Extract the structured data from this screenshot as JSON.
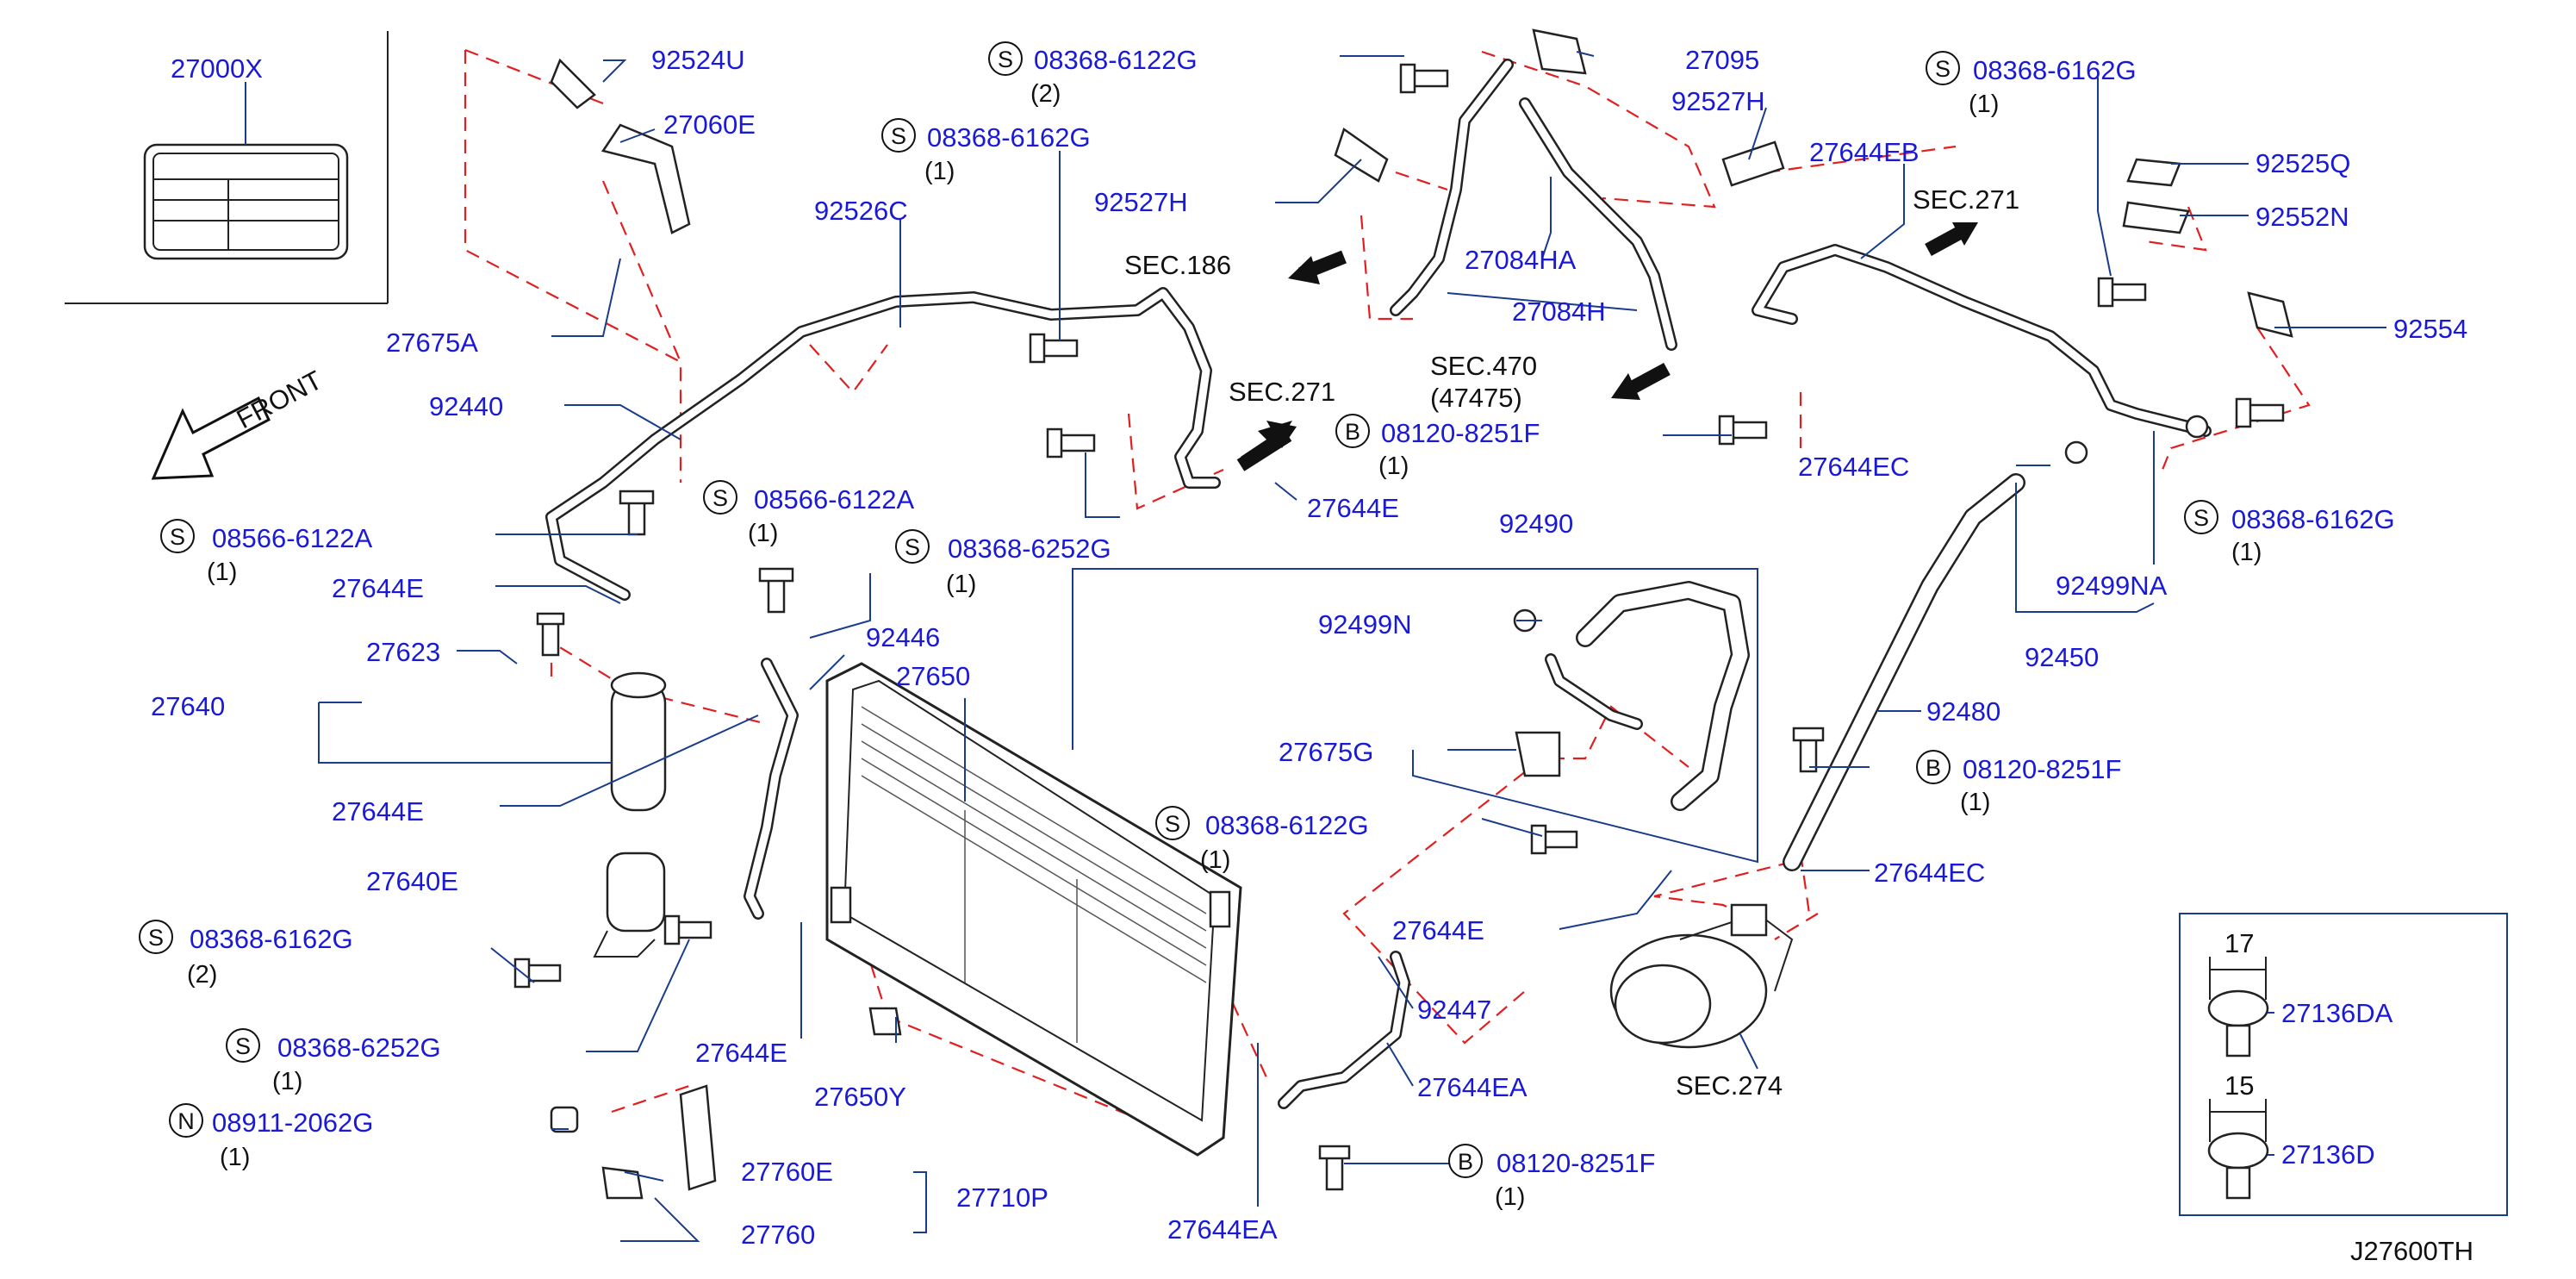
{
  "diagram_code": "J27600TH",
  "front_label": "FRONT",
  "labels": {
    "p27000X": "27000X",
    "p92524U": "92524U",
    "p27060E": "27060E",
    "p27675A": "27675A",
    "p92440": "92440",
    "s08566_1": "08566-6122A",
    "s08566_1_qty": "(1)",
    "p27644E_a": "27644E",
    "p27623": "27623",
    "p27640": "27640",
    "p27644E_b": "27644E",
    "p27640E": "27640E",
    "s08368_6162G_a": "08368-6162G",
    "s08368_6162G_a_qty": "(2)",
    "s08368_6252G_a": "08368-6252G",
    "s08368_6252G_a_qty": "(1)",
    "n08911": "08911-2062G",
    "n08911_qty": "(1)",
    "p27760E": "27760E",
    "p27760": "27760",
    "p27710P": "27710P",
    "s08566_2": "08566-6122A",
    "s08566_2_qty": "(1)",
    "p92446": "92446",
    "p27650": "27650",
    "p27644E_c": "27644E",
    "p27650Y": "27650Y",
    "s08368_6122G_a": "08368-6122G",
    "s08368_6122G_a_qty": "(2)",
    "s08368_6162G_b": "08368-6162G",
    "s08368_6162G_b_qty": "(1)",
    "p92526C": "92526C",
    "sec186": "SEC.186",
    "sec271_a": "SEC.271",
    "p27644E_d": "27644E",
    "s08368_6252G_b": "08368-6252G",
    "s08368_6252G_b_qty": "(1)",
    "b08120_a": "08120-8251F",
    "b08120_a_qty": "(1)",
    "p92527H_a": "92527H",
    "p27095": "27095",
    "p92527H_b": "92527H",
    "p27084HA": "27084HA",
    "p27084H": "27084H",
    "sec470": "SEC.470",
    "sec470_sub": "(47475)",
    "s08368_6162G_c": "08368-6162G",
    "s08368_6162G_c_qty": "(1)",
    "p27644EB": "27644EB",
    "sec271_b": "SEC.271",
    "p92525Q": "92525Q",
    "p92552N": "92552N",
    "p92554": "92554",
    "p27644EC_a": "27644EC",
    "s08368_6162G_d": "08368-6162G",
    "s08368_6162G_d_qty": "(1)",
    "p92499NA": "92499NA",
    "p92450": "92450",
    "p92490": "92490",
    "p92499N": "92499N",
    "p27675G": "27675G",
    "s08368_6122G_b": "08368-6122G",
    "s08368_6122G_b_qty": "(1)",
    "p92480": "92480",
    "b08120_b": "08120-8251F",
    "b08120_b_qty": "(1)",
    "p27644EC_b": "27644EC",
    "p27644E_e": "27644E",
    "p92447": "92447",
    "p27644EA_a": "27644EA",
    "sec274": "SEC.274",
    "b08120_c": "08120-8251F",
    "b08120_c_qty": "(1)",
    "p27644EA_b": "27644EA",
    "clip_size_a": "17",
    "p27136DA": "27136DA",
    "clip_size_b": "15",
    "p27136D": "27136D"
  },
  "markers": {
    "S": "S",
    "B": "B",
    "N": "N"
  },
  "colors": {
    "part_number": "#1a1ad6",
    "leader": "#1a3c8c",
    "dashed_reference": "#e02020",
    "text": "#111111"
  }
}
